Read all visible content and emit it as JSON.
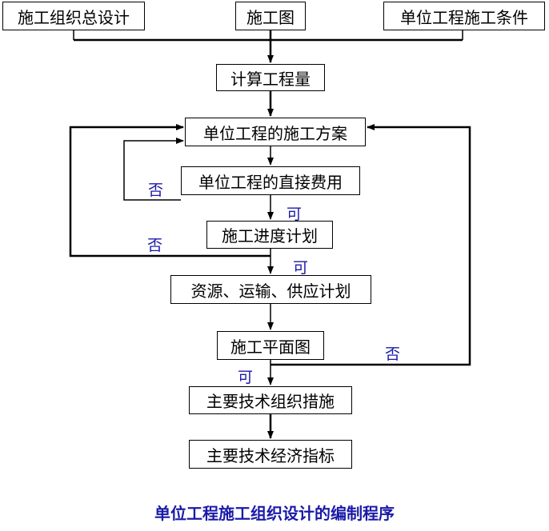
{
  "nodes": {
    "org_design": "施工组织总设计",
    "drawings": "施工图",
    "conditions": "单位工程施工条件",
    "quantities": "计算工程量",
    "plan": "单位工程的施工方案",
    "direct_cost": "单位工程的直接费用",
    "schedule": "施工进度计划",
    "resources": "资源、运输、供应计划",
    "site_plan": "施工平面图",
    "measures": "主要技术组织措施",
    "indicators": "主要技术经济指标"
  },
  "labels": {
    "no": "否",
    "yes": "可"
  },
  "caption": "单位工程施工组织设计的编制程序"
}
